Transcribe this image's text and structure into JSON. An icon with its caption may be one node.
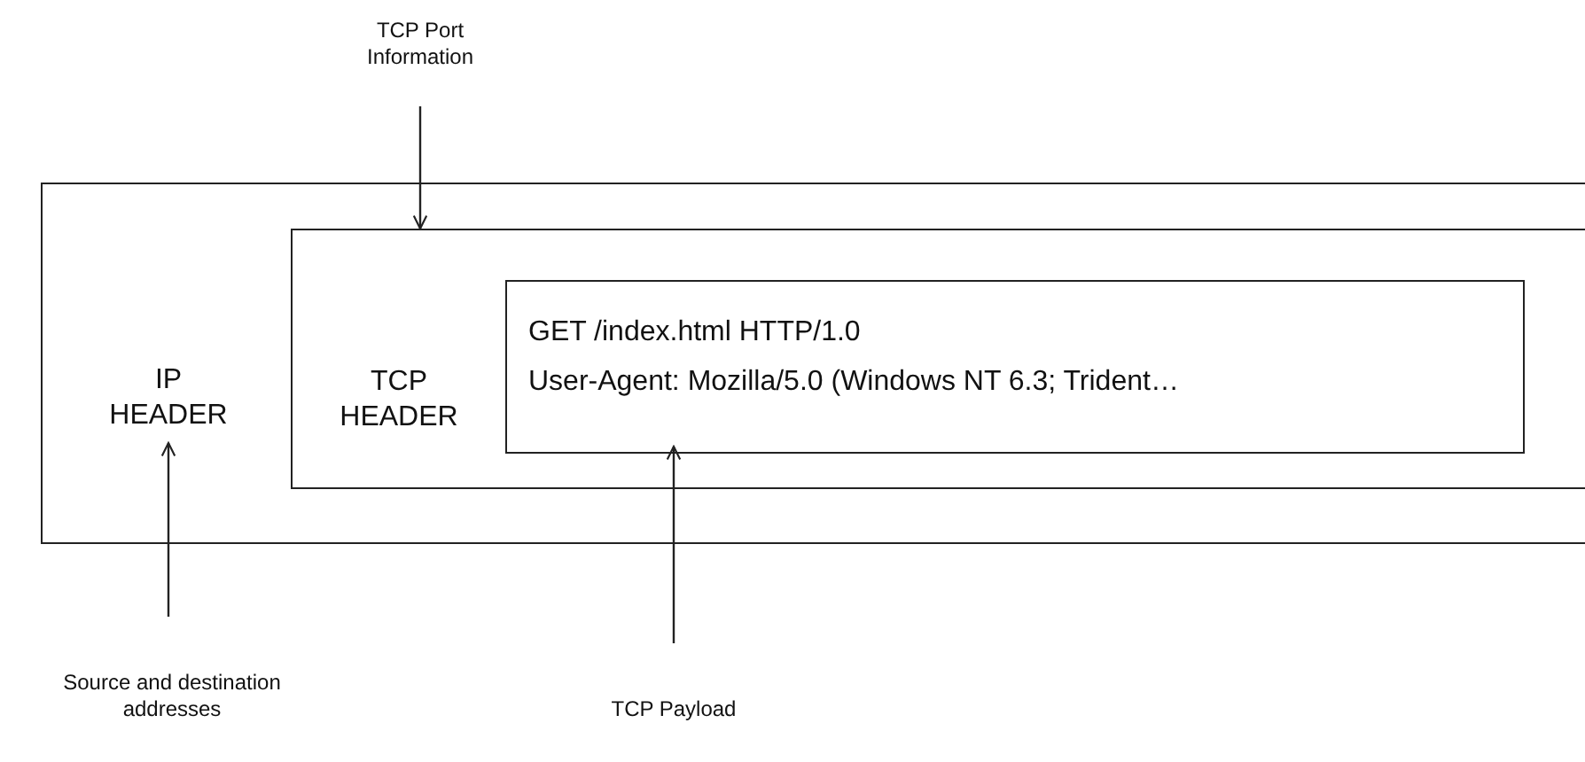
{
  "diagram": {
    "nodes": [
      {
        "text": [
          "IP HEADER"
        ]
      },
      {
        "text": [
          "TCP HEADER"
        ],
        "in": 0
      },
      {
        "text": [
          "GET /index.html HTTP/1.0",
          "User-Agent: Mozilla/5.0 (Windows NT 6.3; Trident…"
        ],
        "in": 1
      },
      {
        "text": [
          "TCP Port Information"
        ]
      },
      {
        "text": [
          "Source and destination addresses"
        ]
      },
      {
        "text": [
          "TCP Payload"
        ]
      }
    ],
    "edges": [
      {
        "from": 3,
        "to": 1,
        "arrow": "to"
      },
      {
        "from": 4,
        "to": 0,
        "arrow": "to"
      },
      {
        "from": 5,
        "to": 2,
        "arrow": "to"
      }
    ]
  }
}
